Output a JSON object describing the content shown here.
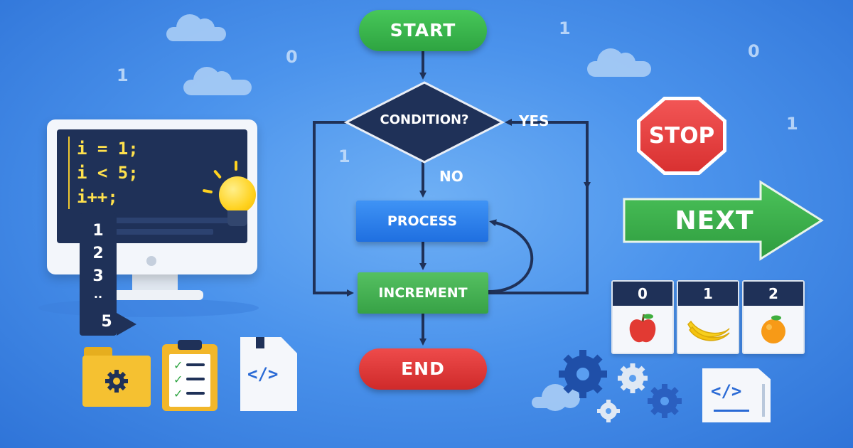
{
  "background_digits": [
    "0",
    "1",
    "1",
    "0",
    "1",
    "1"
  ],
  "monitor": {
    "code_lines": [
      "i = 1;",
      "i < 5;",
      "i++;"
    ]
  },
  "counter_ticket": {
    "numbers": [
      "1",
      "2",
      "3",
      "..",
      "5"
    ]
  },
  "flowchart": {
    "start": "START",
    "condition": "CONDITION?",
    "yes_label": "YES",
    "no_label": "NO",
    "process": "PROCESS",
    "increment": "INCREMENT",
    "end": "END"
  },
  "stop_sign": {
    "label": "STOP"
  },
  "next_arrow": {
    "label": "NEXT"
  },
  "array_cards": [
    {
      "index": "0",
      "icon": "apple-icon"
    },
    {
      "index": "1",
      "icon": "banana-icon"
    },
    {
      "index": "2",
      "icon": "orange-icon"
    }
  ],
  "code_files": {
    "symbol": "</>"
  },
  "colors": {
    "background": "#4b93ec",
    "navy": "#1f3158",
    "start_green": "#2ea441",
    "end_red": "#cf2a2a",
    "process_blue": "#1f6fe0",
    "increment_green": "#37a246",
    "code_yellow": "#ffe14d"
  }
}
